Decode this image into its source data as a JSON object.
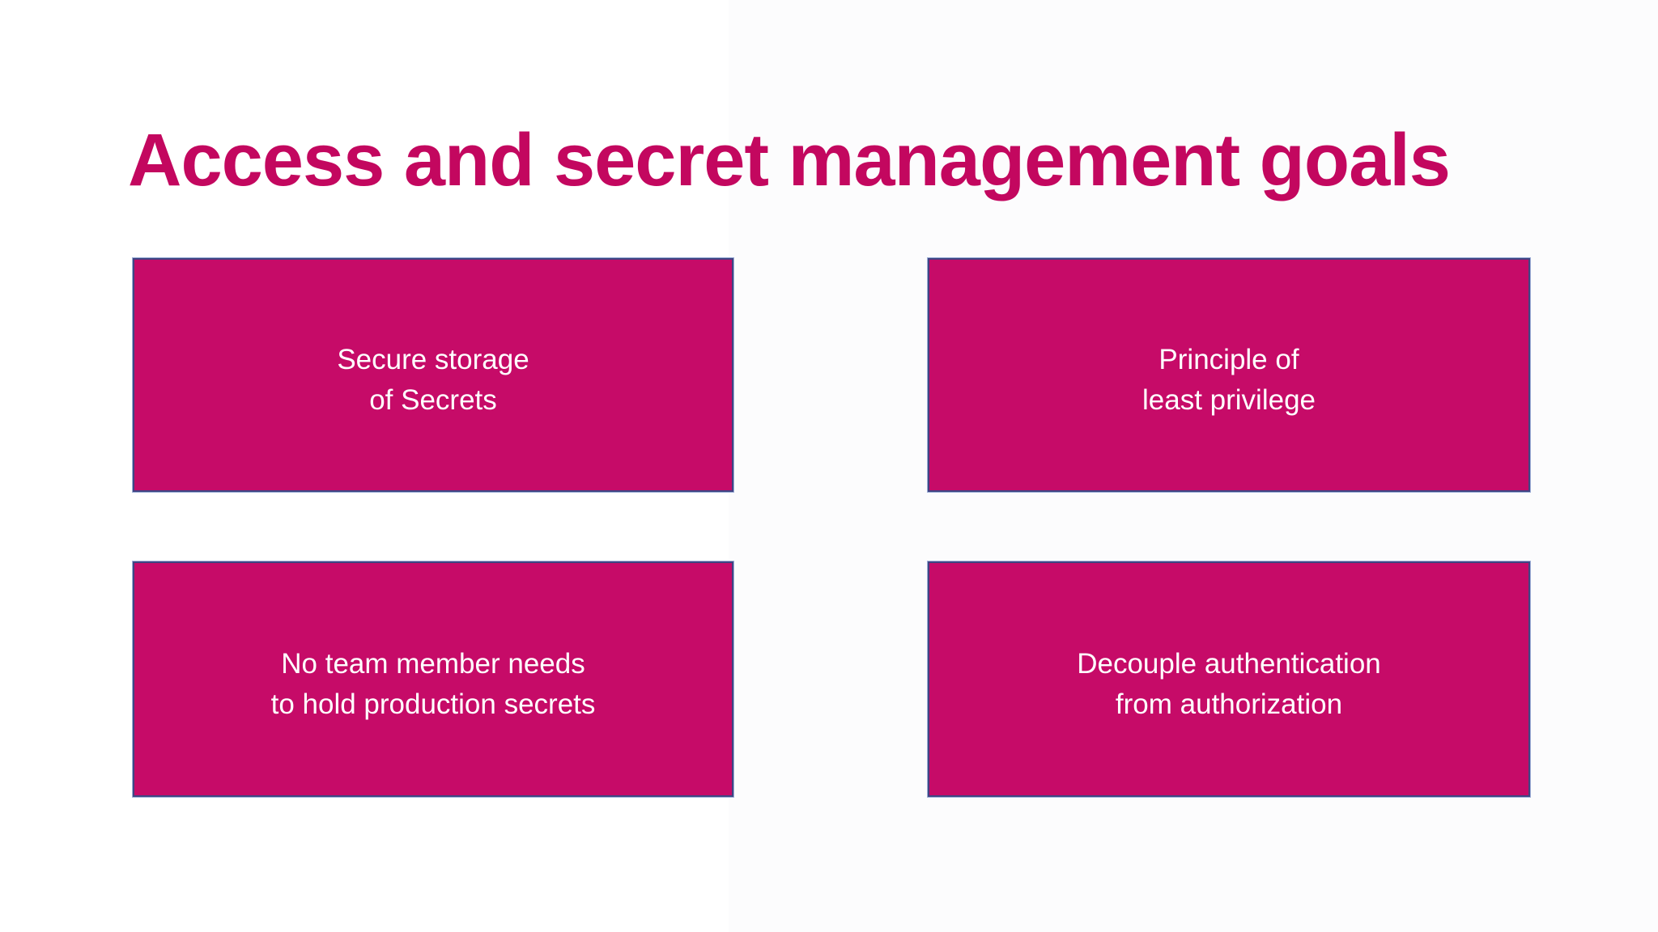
{
  "slide": {
    "title": "Access and secret management goals",
    "boxes": [
      {
        "text": "Secure storage\nof Secrets"
      },
      {
        "text": "Principle of\nleast privilege"
      },
      {
        "text": "No team member needs\nto hold production secrets"
      },
      {
        "text": "Decouple authentication\nfrom authorization"
      }
    ],
    "colors": {
      "title": "#c3075f",
      "box_fill": "#c60b68",
      "box_border_dark": "#3f4583",
      "box_border_light": "#9fb0d8",
      "box_text": "#ffffff",
      "background": "#ffffff"
    }
  }
}
